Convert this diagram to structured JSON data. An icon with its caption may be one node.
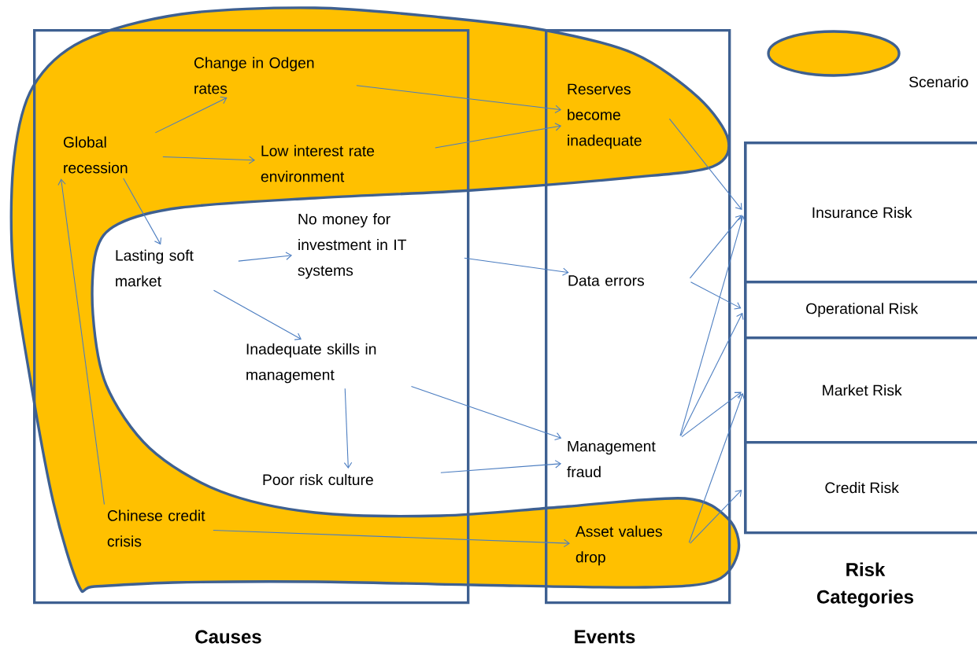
{
  "diagram": {
    "nodes": [
      {
        "text": [
          "Causes"
        ]
      },
      {
        "text": [
          "Events"
        ]
      },
      {
        "text": [
          "Global recession"
        ],
        "in": 0
      },
      {
        "text": [
          "Change in Odgen rates"
        ],
        "in": 0
      },
      {
        "text": [
          "Low interest rate environment"
        ],
        "in": 0
      },
      {
        "text": [
          "Lasting soft market"
        ],
        "in": 0
      },
      {
        "text": [
          "No money for investment in IT systems"
        ],
        "in": 0
      },
      {
        "text": [
          "Inadequate skills in management"
        ],
        "in": 0
      },
      {
        "text": [
          "Poor risk culture"
        ],
        "in": 0
      },
      {
        "text": [
          "Chinese credit crisis"
        ],
        "in": 0
      },
      {
        "text": [
          "Reserves become inadequate"
        ],
        "in": 1
      },
      {
        "text": [
          "Data errors"
        ],
        "in": 1
      },
      {
        "text": [
          "Management fraud"
        ],
        "in": 1
      },
      {
        "text": [
          "Asset values drop"
        ],
        "in": 1
      },
      {
        "text": [
          "Risk Categories"
        ]
      },
      {
        "text": [
          "Insurance Risk"
        ],
        "in": 14
      },
      {
        "text": [
          "Operational Risk"
        ],
        "in": 14
      },
      {
        "text": [
          "Market Risk"
        ],
        "in": 14
      },
      {
        "text": [
          "Credit Risk"
        ],
        "in": 14
      }
    ],
    "edges": [
      {
        "from": 2,
        "to": 3,
        "arrow": "to"
      },
      {
        "from": 2,
        "to": 4,
        "arrow": "to"
      },
      {
        "from": 2,
        "to": 5,
        "arrow": "to"
      },
      {
        "from": 9,
        "to": 2,
        "arrow": "to"
      },
      {
        "from": 3,
        "to": 10,
        "arrow": "to"
      },
      {
        "from": 4,
        "to": 10,
        "arrow": "to"
      },
      {
        "from": 5,
        "to": 6,
        "arrow": "to"
      },
      {
        "from": 5,
        "to": 7,
        "arrow": "to"
      },
      {
        "from": 6,
        "to": 11,
        "arrow": "to"
      },
      {
        "from": 7,
        "to": 12,
        "arrow": "to"
      },
      {
        "from": 7,
        "to": 8,
        "arrow": "to"
      },
      {
        "from": 8,
        "to": 12,
        "arrow": "to"
      },
      {
        "from": 9,
        "to": 13,
        "arrow": "to"
      },
      {
        "from": 10,
        "to": 15,
        "arrow": "to"
      },
      {
        "from": 11,
        "to": 15,
        "arrow": "to"
      },
      {
        "from": 11,
        "to": 16,
        "arrow": "to"
      },
      {
        "from": 12,
        "to": 15,
        "arrow": "to"
      },
      {
        "from": 12,
        "to": 16,
        "arrow": "to"
      },
      {
        "from": 12,
        "to": 17,
        "arrow": "to"
      },
      {
        "from": 13,
        "to": 17,
        "arrow": "to"
      },
      {
        "from": 13,
        "to": 18,
        "arrow": "to"
      }
    ],
    "legend": [
      {
        "text": "Scenario",
        "color": "#ffc000"
      }
    ]
  }
}
